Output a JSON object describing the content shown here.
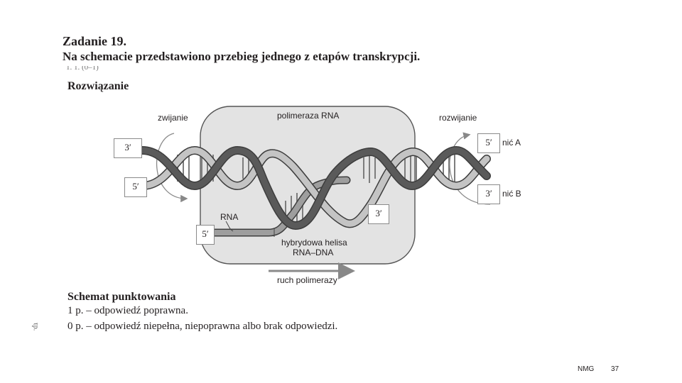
{
  "task": {
    "title": "Zadanie 19.",
    "text": "Na schemacie przedstawiono przebieg jednego z etapów transkrypcji.",
    "cut_line": "1. 1. (0–1)"
  },
  "solution": {
    "heading": "Rozwiązanie"
  },
  "diagram": {
    "labels": {
      "zwijanie": "zwijanie",
      "polimeraza": "polimeraza RNA",
      "rozwijanie": "rozwijanie",
      "nic_a": "nić A",
      "nic_b": "nić B",
      "rna": "RNA",
      "hybryda_1": "hybrydowa helisa",
      "hybryda_2": "RNA–DNA",
      "ruch": "ruch polimerazy"
    },
    "ends": {
      "left_top": "3′",
      "left_bottom": "5′",
      "right_top": "5′",
      "right_bottom": "3′",
      "rna_start": "5′",
      "rna_end": "3′"
    },
    "colors": {
      "strand_dark": "#5a5a5a",
      "strand_light": "#c4c4c4",
      "rna": "#9e9e9e",
      "polymerase_fill": "#e3e3e3"
    }
  },
  "scoring": {
    "heading": "Schemat punktowania",
    "line1": "1 p. – odpowiedź poprawna.",
    "line2": "0 p. – odpowiedź niepełna, niepoprawna albo brak odpowiedzi."
  },
  "side_mark": "τp.",
  "footer": {
    "code": "NMG",
    "page": "37"
  }
}
